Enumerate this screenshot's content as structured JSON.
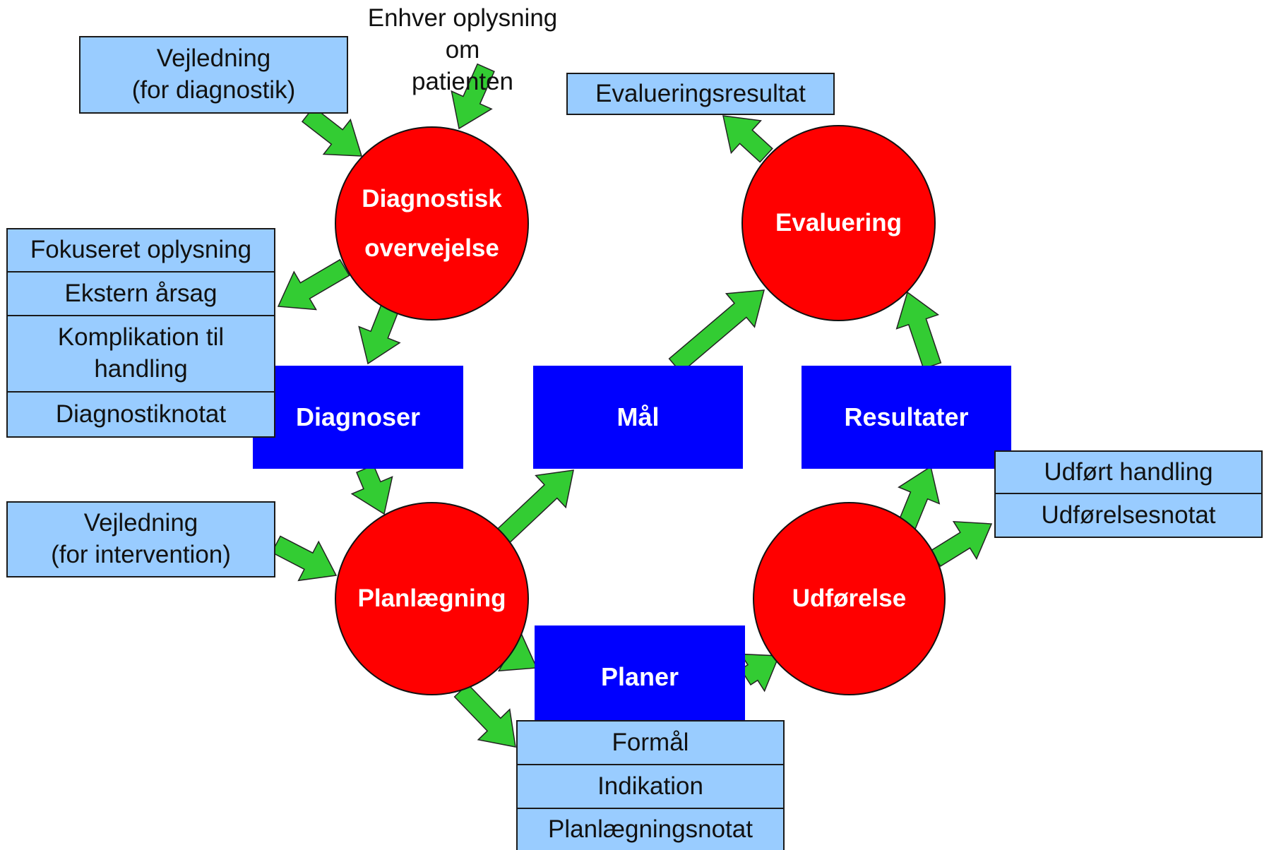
{
  "colors": {
    "process_circle": "#ff0000",
    "artifact_box": "#0000ff",
    "info_box": "#99ccff",
    "arrow": "#33cc33"
  },
  "processes": {
    "diagnostic": [
      "Diagnostisk",
      "overvejelse"
    ],
    "evaluation": "Evaluering",
    "planning": "Planlægning",
    "execution": "Udførelse"
  },
  "artifacts": {
    "diagnoses": "Diagnoser",
    "goals": "Mål",
    "results": "Resultater",
    "plans": "Planer"
  },
  "inputs": {
    "patient_info": [
      "Enhver oplysning om",
      "patienten"
    ],
    "diagnostic_guidance": [
      "Vejledning",
      "(for diagnostik)"
    ],
    "intervention_guidance": [
      "Vejledning",
      "(for intervention)"
    ]
  },
  "outputs": {
    "evaluation_result": "Evalueringsresultat",
    "diagnostic_outputs": [
      "Fokuseret oplysning",
      "Ekstern årsag",
      "Komplikation til handling",
      "Diagnostiknotat"
    ],
    "execution_outputs": [
      "Udført handling",
      "Udførelsesnotat"
    ],
    "plan_details": [
      "Formål",
      "Indikation",
      "Planlægningsnotat"
    ]
  }
}
